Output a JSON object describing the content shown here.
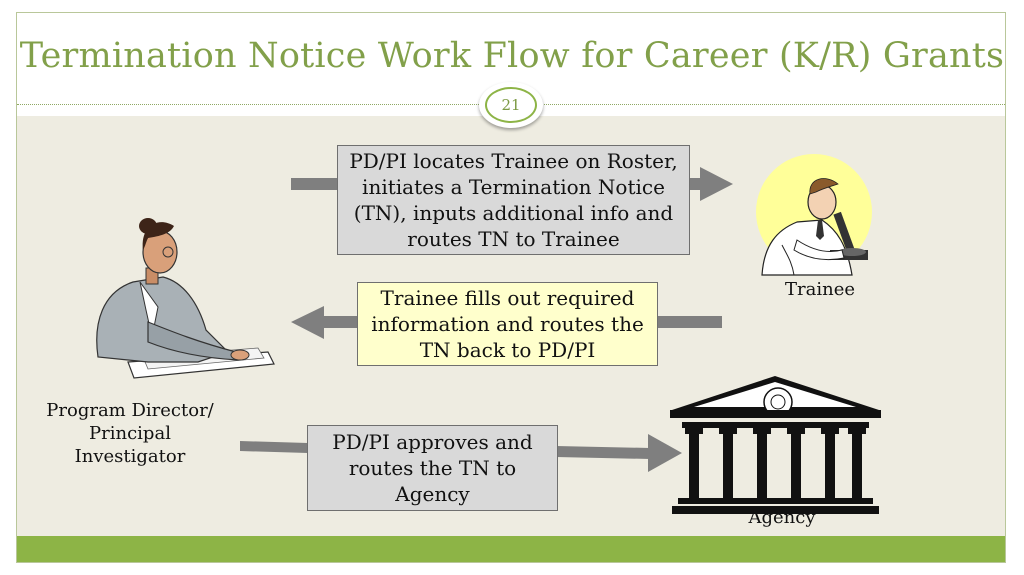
{
  "slide": {
    "title": "Termination Notice Work Flow for Career (K/R) Grants",
    "page_number": "21"
  },
  "flow": {
    "step1": "PD/PI locates Trainee on Roster, initiates a Termination Notice (TN), inputs additional info and routes TN to Trainee",
    "step2": "Trainee fills out required information and routes the TN back to PD/PI",
    "step3": "PD/PI approves and routes the TN to Agency"
  },
  "actors": {
    "pdpi": "Program Director/ Principal Investigator",
    "trainee": "Trainee",
    "agency": "Agency"
  },
  "colors": {
    "title": "#82a04a",
    "footer": "#8db446",
    "body_bg": "#eeece1",
    "arrow": "#7f7f7f",
    "box_gray": "#d9d9d9",
    "box_yellow": "#ffffcc"
  }
}
